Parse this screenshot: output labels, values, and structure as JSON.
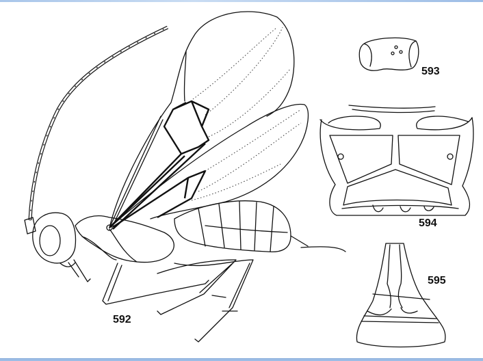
{
  "figure": {
    "labels": {
      "fig592": "592",
      "fig593": "593",
      "fig594": "594",
      "fig595": "595"
    },
    "frame_color": "#9dbde6"
  }
}
